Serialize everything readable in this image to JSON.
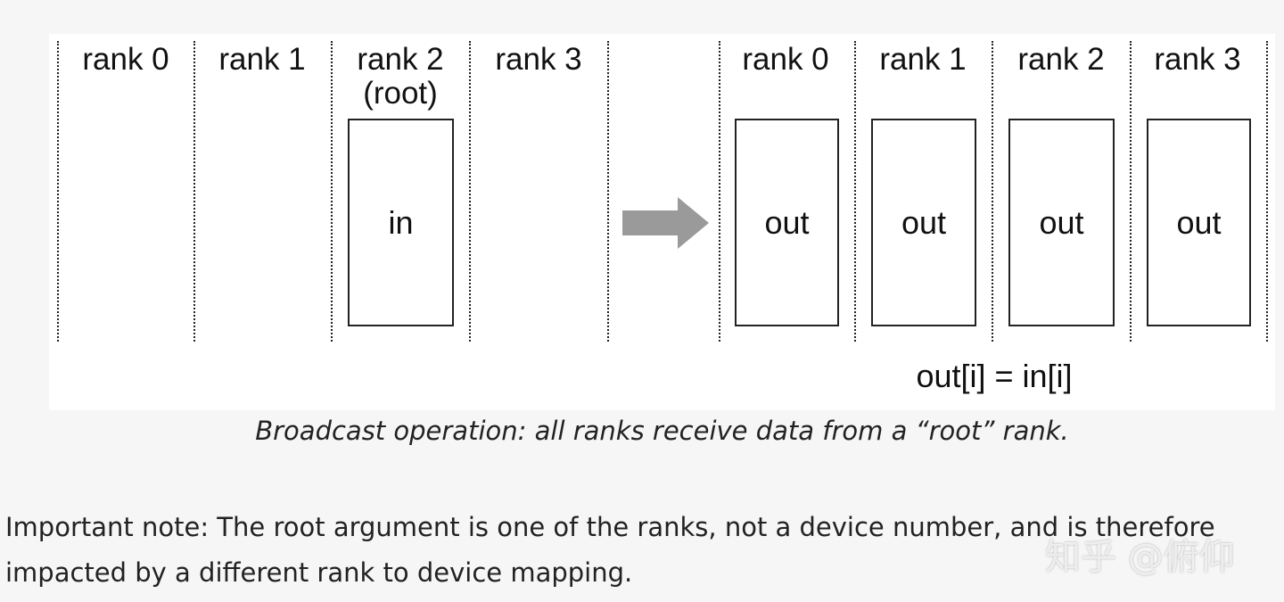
{
  "diagram": {
    "left_ranks": [
      "rank 0",
      "rank 1",
      "rank 2",
      "rank 3"
    ],
    "root_label": "(root)",
    "input_buffer": "in",
    "right_ranks": [
      "rank 0",
      "rank 1",
      "rank 2",
      "rank 3"
    ],
    "output_buffers": [
      "out",
      "out",
      "out",
      "out"
    ],
    "formula": "out[i] = in[i]",
    "arrow_color": "#9a9a9a"
  },
  "caption": "Broadcast operation: all ranks receive data from a “root” rank.",
  "note": "Important note: The root argument is one of the ranks, not a device number, and is therefore impacted by a different rank to device mapping.",
  "watermark": "知乎 @俯仰"
}
